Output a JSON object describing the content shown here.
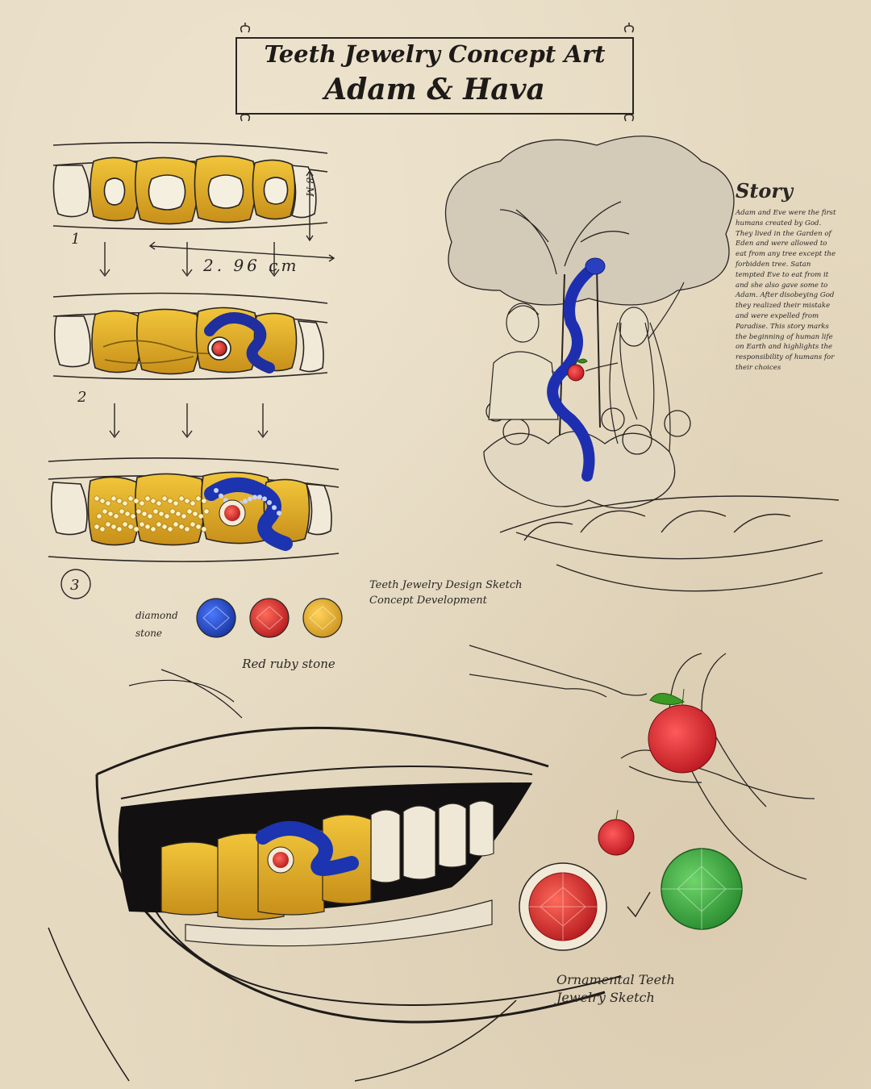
{
  "title": {
    "line1": "Teeth Jewelry Concept Art",
    "line2": "Adam & Hava"
  },
  "dimensions": {
    "width_label": "2. 96 cm",
    "height_label": "8 M"
  },
  "steps": [
    "1",
    "2",
    "3"
  ],
  "story": {
    "heading": "Story",
    "text": "Adam and Eve were the first humans created by God. They lived in the Garden of Eden and were allowed to eat from any tree except the forbidden tree. Satan tempted Eve to eat from it and she also gave some to Adam. After disobeying God they realized their mistake and were expelled from Paradise. This story marks the beginning of human life on Earth and highlights the responsibility of humans for their choices"
  },
  "notes": {
    "design_sketch": "Teeth Jewelry Design Sketch Concept Development",
    "diamond": "diamond stone",
    "ruby": "Red ruby stone",
    "ornamental": "Ornamental Teeth Jewelry Sketch"
  },
  "colors": {
    "paper": "#e5d9c0",
    "ink": "#2a2522",
    "gold": "#e3ad24",
    "gold_dark": "#b7861a",
    "sapphire": "#1f3fb5",
    "ruby": "#d8231f",
    "emerald": "#3aa43a",
    "apple": "#d9242a"
  },
  "icons": [
    "apple-icon",
    "snake-icon",
    "sapphire-gem-icon",
    "ruby-gem-icon",
    "citrine-gem-icon",
    "emerald-gem-icon",
    "tree-icon",
    "hand-icon"
  ]
}
